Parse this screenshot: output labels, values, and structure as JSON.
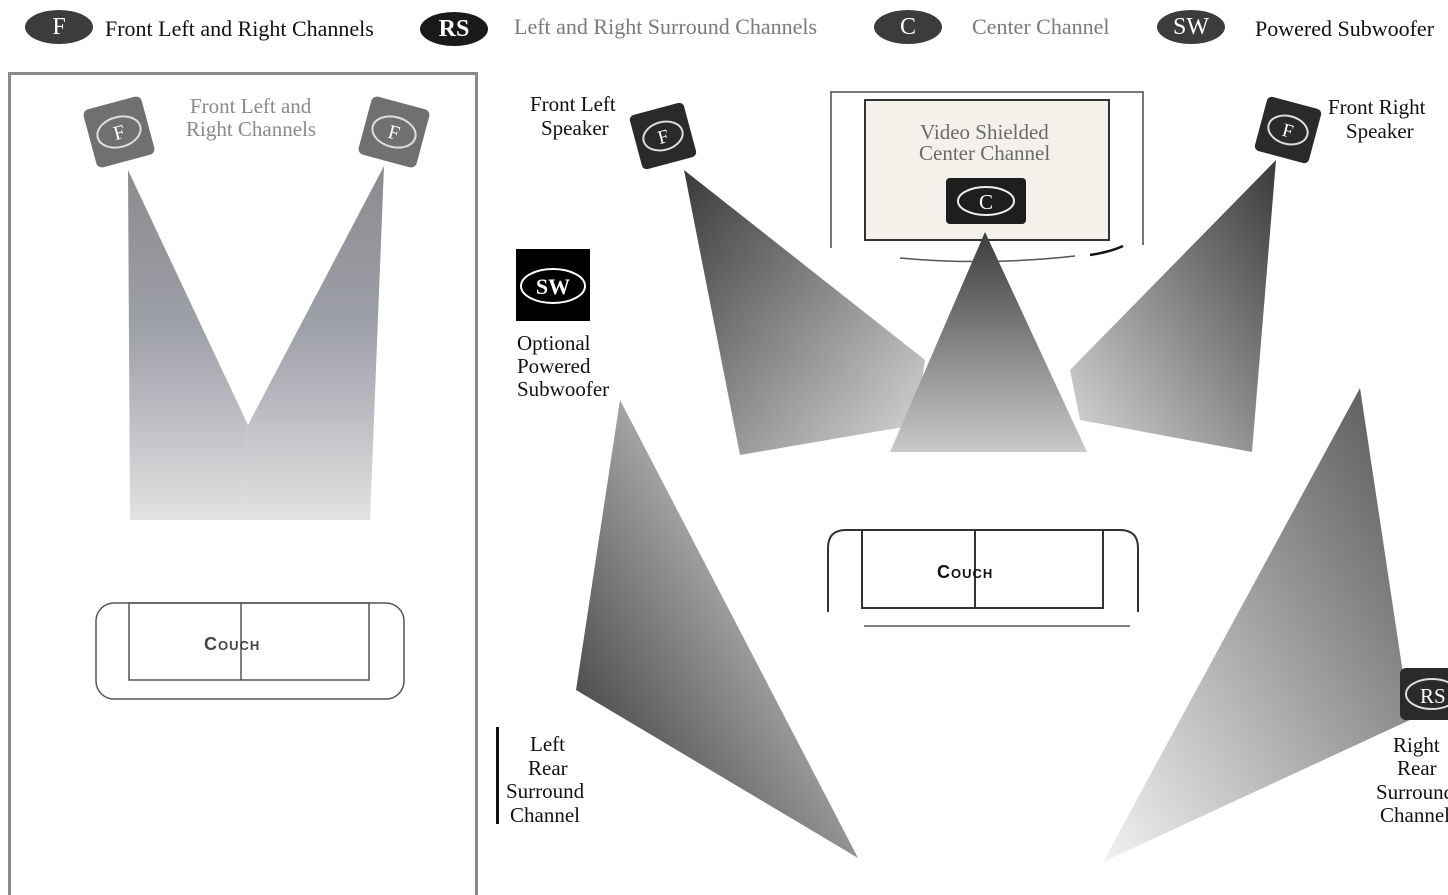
{
  "legend": [
    {
      "badge": "F",
      "label": "Front Left and Right Channels"
    },
    {
      "badge": "RS",
      "label": "Left and Right Surround Channels"
    },
    {
      "badge": "C",
      "label": "Center Channel"
    },
    {
      "badge": "SW",
      "label": "Powered Subwoofer"
    }
  ],
  "left_panel": {
    "title_line1": "Front Left and",
    "title_line2": "Right Channels",
    "speaker_badge": "F",
    "couch": "Couch"
  },
  "right_panel": {
    "front_left_line1": "Front Left",
    "front_left_line2": "Speaker",
    "front_right_line1": "Front Right",
    "front_right_line2": "Speaker",
    "tv_line1": "Video Shielded",
    "tv_line2": "Center Channel",
    "center_badge": "C",
    "sw_badge": "SW",
    "sw_line1": "Optional",
    "sw_line2": "Powered",
    "sw_line3": "Subwoofer",
    "couch": "Couch",
    "left_rear_line1": "Left",
    "left_rear_line2": "Rear",
    "left_rear_line3": "Surround",
    "left_rear_line4": "Channel",
    "right_rear_line1": "Right",
    "right_rear_line2": "Rear",
    "right_rear_line3": "Surround",
    "right_rear_line4": "Channel",
    "rear_badge": "RS"
  }
}
